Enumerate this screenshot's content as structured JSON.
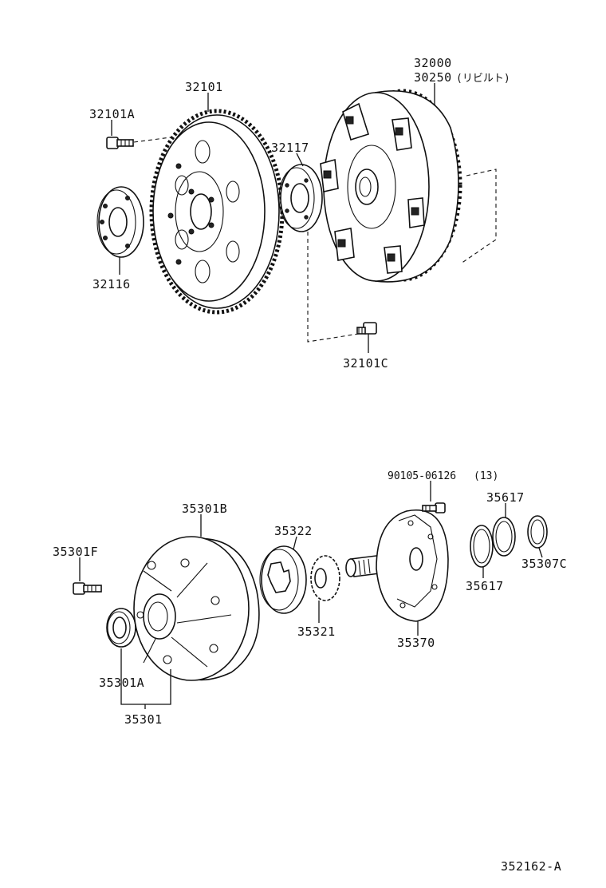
{
  "diagram_number": "352162-A",
  "labels": {
    "p32101A": "32101A",
    "p32101": "32101",
    "p32116": "32116",
    "p32117": "32117",
    "p32000": "32000",
    "p30250": "30250",
    "p30250_note": "(リビルト)",
    "p32101C": "32101C",
    "p35301B": "35301B",
    "p35301F": "35301F",
    "p35301A": "35301A",
    "p35301": "35301",
    "p35322": "35322",
    "p35321": "35321",
    "p90105": "90105-06126",
    "p90105_qty": "(13)",
    "p35370": "35370",
    "p35617a": "35617",
    "p35617b": "35617",
    "p35307C": "35307C"
  }
}
